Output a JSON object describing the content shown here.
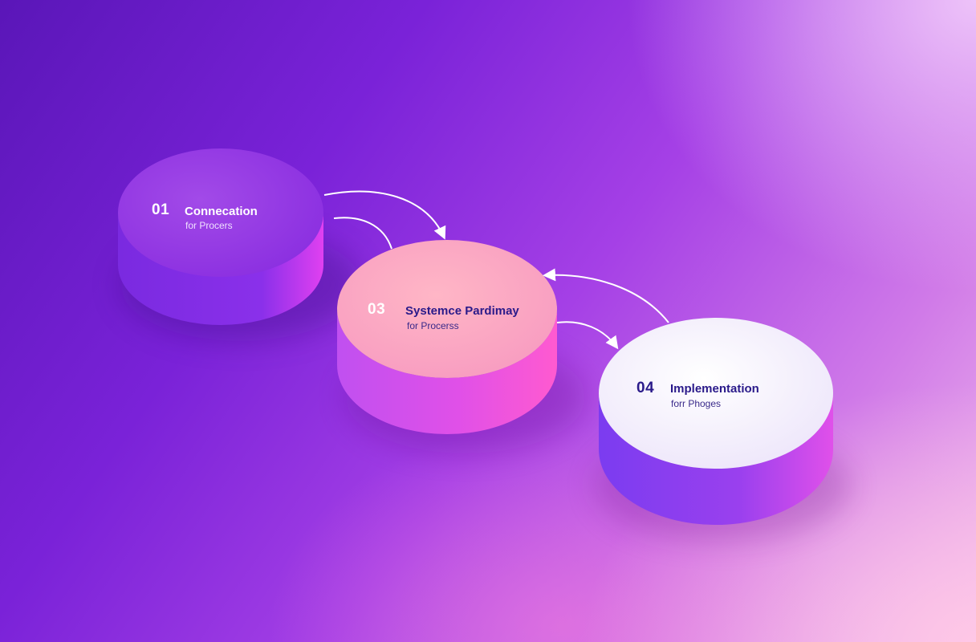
{
  "steps": [
    {
      "number": "01",
      "title": "Connecation",
      "subtitle": "for Procers"
    },
    {
      "number": "03",
      "title": "Systemce Pardimay",
      "subtitle": "for Procerss"
    },
    {
      "number": "04",
      "title": "Implementation",
      "subtitle": "forr Phoges"
    }
  ],
  "colors": {
    "step1_top": "#9a3ee6",
    "step2_top": "#f8a6c4",
    "step3_top": "#f4f0fa",
    "text_light": "#ffffff",
    "text_dark": "#2a1a8a"
  }
}
